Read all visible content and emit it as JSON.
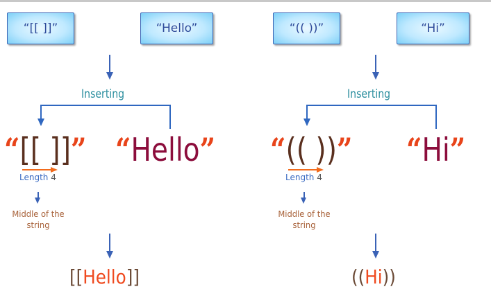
{
  "panels": [
    {
      "box_pattern": "“[[ ]]”",
      "box_word": "“Hello”",
      "action_label": "Inserting",
      "big_quote_open": "“",
      "big_pattern": "[[ ]]",
      "big_quote_close": "”",
      "big_word": "Hello",
      "length_word": "Length",
      "length_value": "4",
      "middle_line1": "Middle of the",
      "middle_line2": "string",
      "result_open": "[[",
      "result_word": "Hello",
      "result_close": "]]"
    },
    {
      "box_pattern": "“(( ))”",
      "box_word": "“Hi”",
      "action_label": "Inserting",
      "big_quote_open": "“",
      "big_pattern": "(( ))",
      "big_quote_close": "”",
      "big_word": "Hi",
      "length_word": "Length",
      "length_value": "4",
      "middle_line1": "Middle of the",
      "middle_line2": "string",
      "result_open": "((",
      "result_word": "Hi",
      "result_close": "))"
    }
  ],
  "colors": {
    "box_border": "#3a64b4",
    "box_text": "#2d4a9a",
    "arrow": "#3a62b6",
    "inserting_text": "#2b8e9e",
    "quote_marks": "#e8441a",
    "pattern_chars": "#5a2f1e",
    "word": "#8c0d3c",
    "length_arrow": "#f26b1c",
    "middle_text": "#a8623a",
    "result_word": "#ef4a1f"
  }
}
